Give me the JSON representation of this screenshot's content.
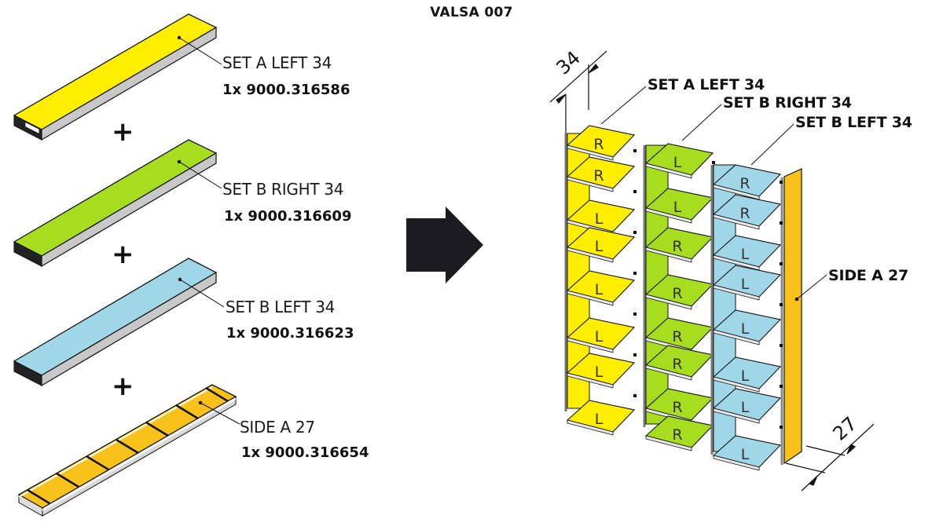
{
  "title": "VALSA 007",
  "colors": {
    "set_a_left": "#ffee00",
    "set_b_right": "#a6dd1e",
    "set_b_left": "#9fd6e8",
    "side_a": "#f8c21a",
    "edge_gray": "#c8c8c8",
    "arrow": "#1c1b22"
  },
  "parts": [
    {
      "name": "SET A LEFT 34",
      "code": "1x 9000.316586",
      "color_key": "set_a_left"
    },
    {
      "name": "SET B RIGHT 34",
      "code": "1x 9000.316609",
      "color_key": "set_b_right"
    },
    {
      "name": "SET B LEFT 34",
      "code": "1x 9000.316623",
      "color_key": "set_b_left"
    },
    {
      "name": "SIDE A 27",
      "code": "1x 9000.316654",
      "color_key": "side_a"
    }
  ],
  "plus_sign": "+",
  "assembly": {
    "callouts": [
      "SET A LEFT 34",
      "SET B RIGHT 34",
      "SET B LEFT 34",
      "SIDE A 27"
    ],
    "dimension_top": "34",
    "dimension_bottom": "27",
    "columns": [
      {
        "name": "SET A LEFT 34",
        "shelves": [
          "R",
          "R",
          "L",
          "L",
          "L",
          "L",
          "L",
          "L"
        ]
      },
      {
        "name": "SET B RIGHT 34",
        "shelves": [
          "L",
          "L",
          "R",
          "R",
          "R",
          "R",
          "R",
          "R"
        ]
      },
      {
        "name": "SET B LEFT 34",
        "shelves": [
          "R",
          "R",
          "L",
          "L",
          "L",
          "L",
          "L",
          "L"
        ]
      }
    ]
  }
}
